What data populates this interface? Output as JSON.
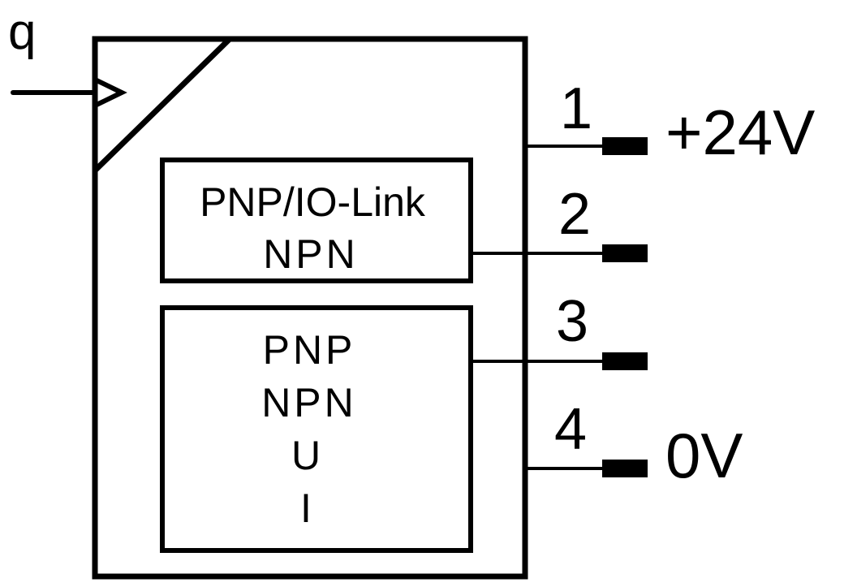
{
  "input": {
    "label": "q"
  },
  "blocks": [
    {
      "lines": [
        "PNP/IO-Link",
        "NPN"
      ]
    },
    {
      "lines": [
        "PNP",
        "NPN",
        "U",
        "I"
      ]
    }
  ],
  "pins": [
    {
      "number": "1",
      "label": "+24V"
    },
    {
      "number": "2",
      "label": ""
    },
    {
      "number": "3",
      "label": ""
    },
    {
      "number": "4",
      "label": "0V"
    }
  ],
  "colors": {
    "stroke": "#000000",
    "background": "#ffffff"
  }
}
